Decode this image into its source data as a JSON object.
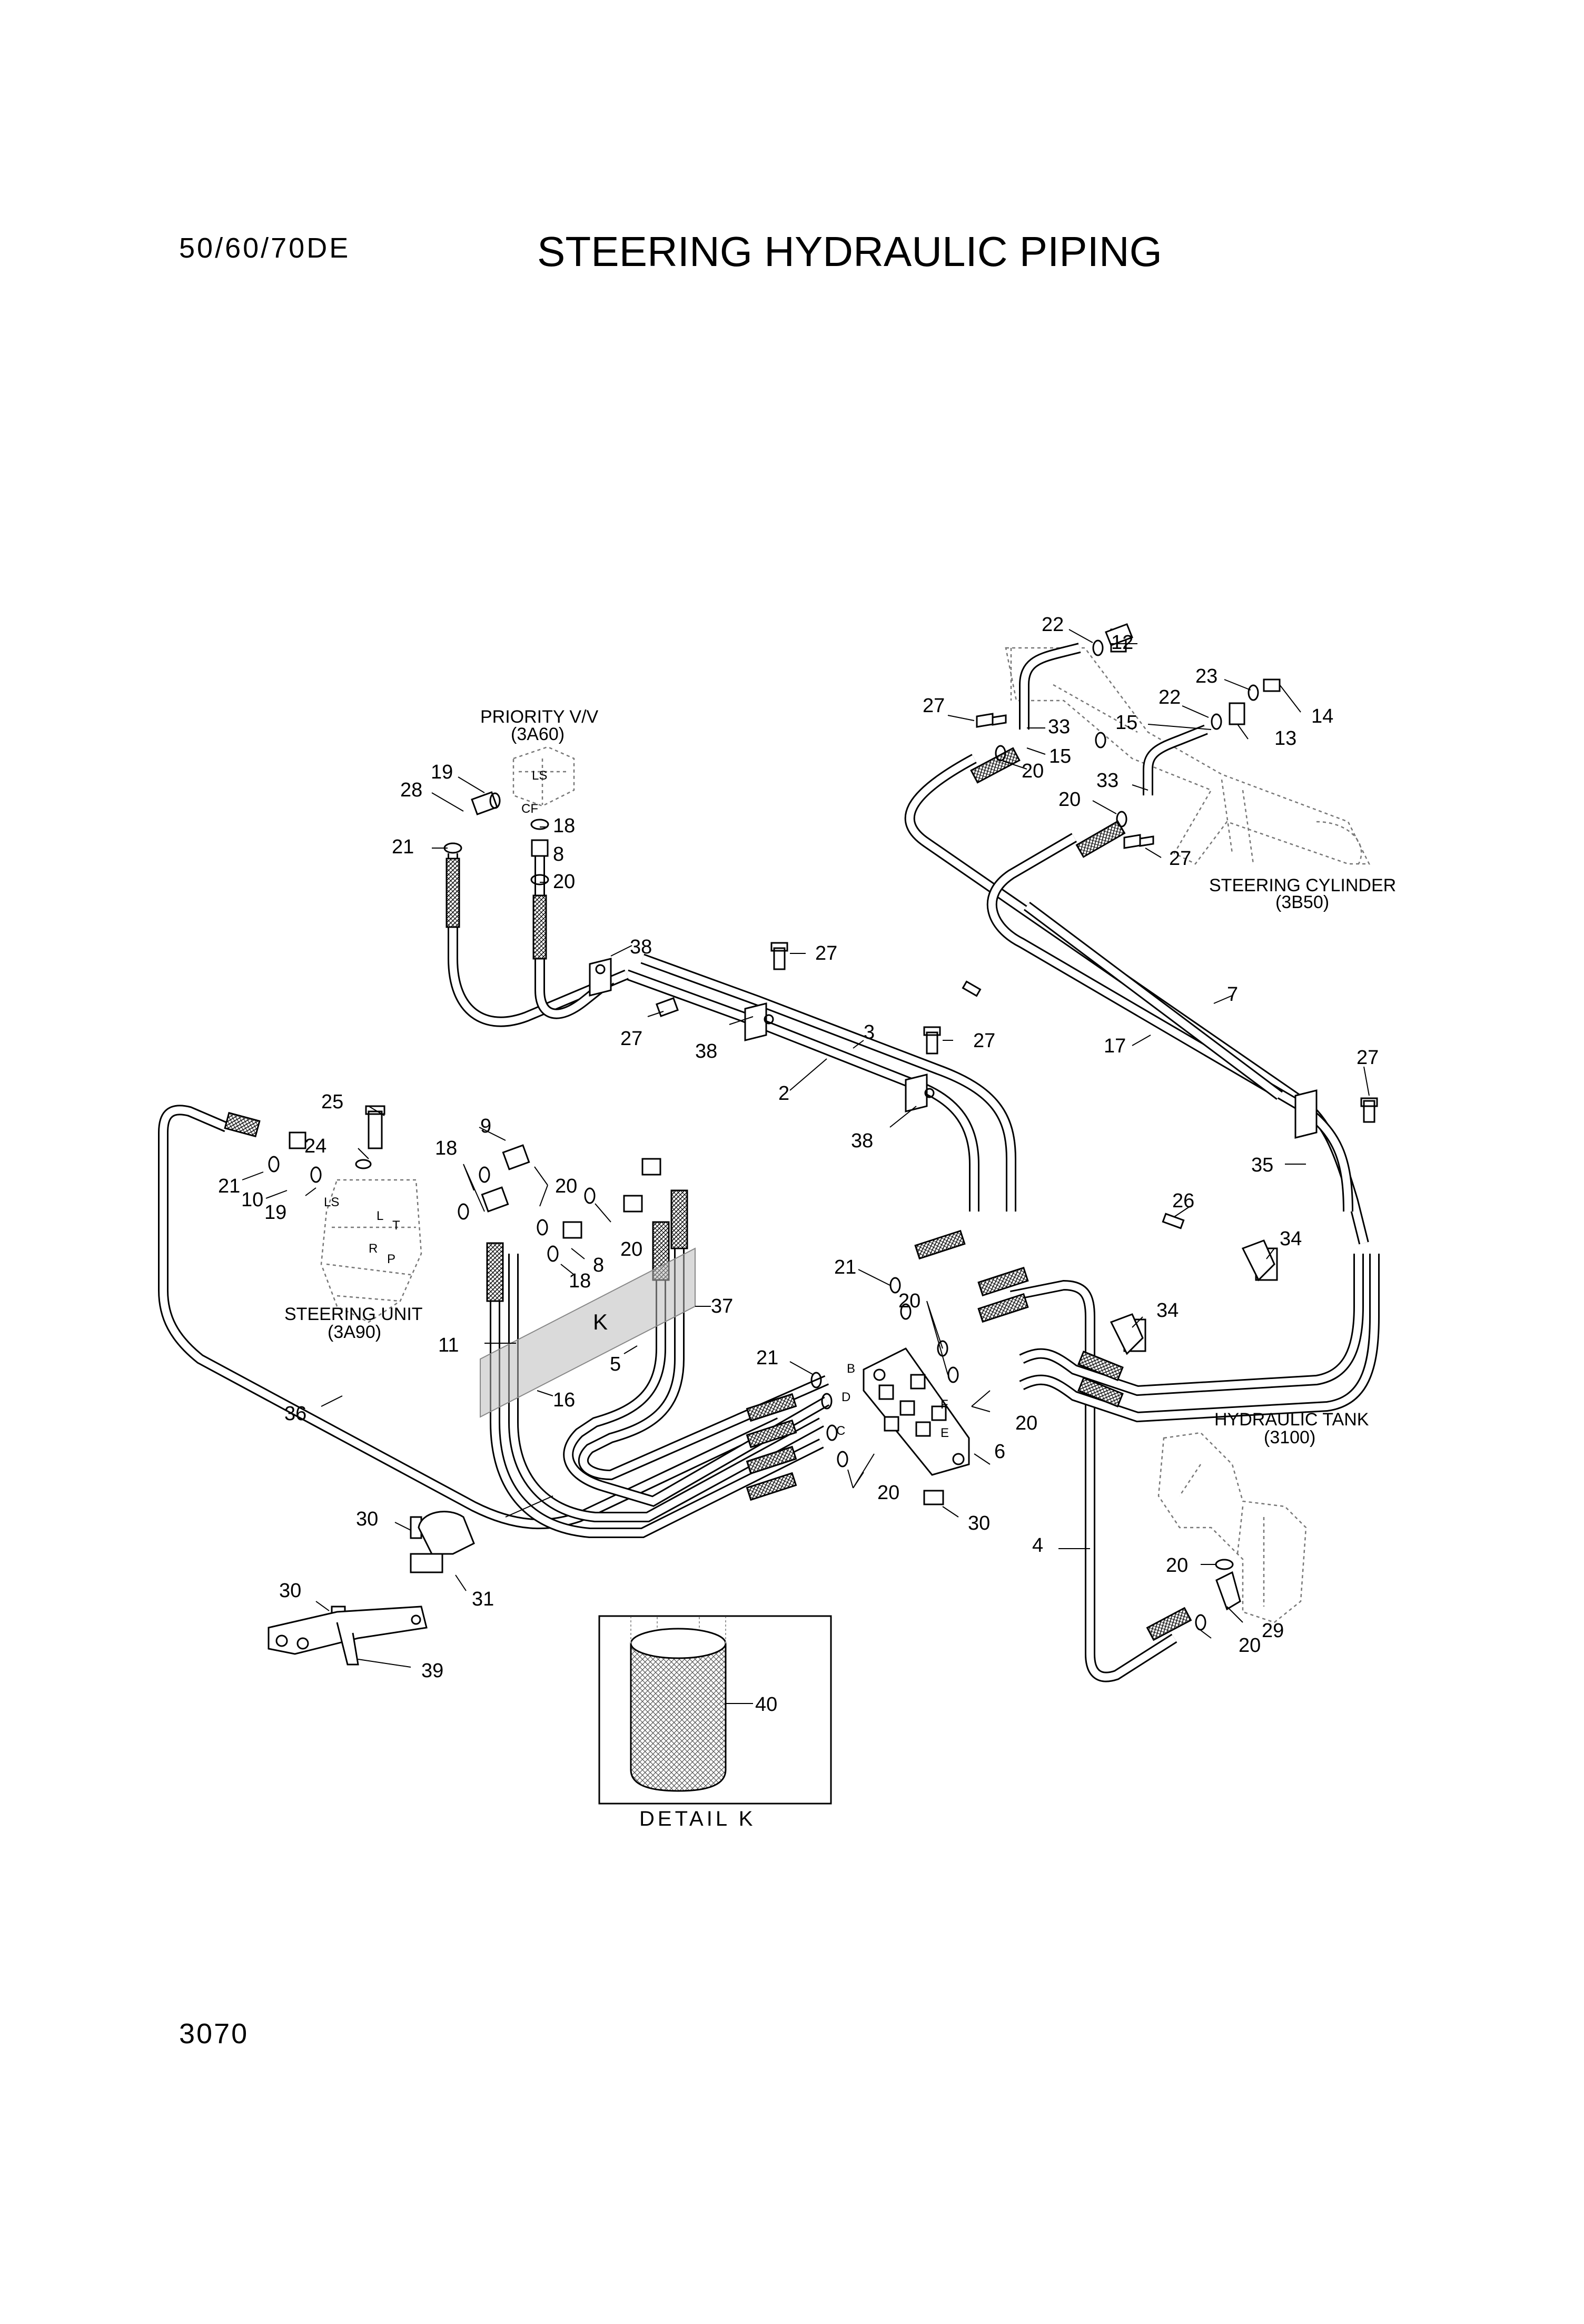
{
  "header": {
    "model": "50/60/70DE",
    "title": "STEERING HYDRAULIC PIPING",
    "page_number": "3070"
  },
  "components": {
    "priority_valve": {
      "name": "PRIORITY V/V",
      "ref": "(3A60)",
      "ports": [
        "LS",
        "CF"
      ]
    },
    "steering_unit": {
      "name": "STEERING UNIT",
      "ref": "(3A90)",
      "ports": [
        "L",
        "T",
        "R",
        "P",
        "LS"
      ]
    },
    "steering_cylinder": {
      "name": "STEERING CYLINDER",
      "ref": "(3B50)"
    },
    "hydraulic_tank": {
      "name": "HYDRAULIC TANK",
      "ref": "(3100)"
    },
    "manifold_ports": [
      "B",
      "D",
      "C",
      "F",
      "E"
    ],
    "section_marker": "K"
  },
  "detail": {
    "label": "DETAIL K",
    "part": "40"
  },
  "callouts": {
    "c1": "22",
    "c2": "12",
    "c3": "23",
    "c4": "22",
    "c5": "14",
    "c6": "13",
    "c7": "15",
    "c8": "27",
    "c9": "33",
    "c10": "20",
    "c11": "15",
    "c12": "33",
    "c13": "20",
    "c14": "27",
    "c15": "19",
    "c16": "28",
    "c17": "18",
    "c18": "21",
    "c19": "8",
    "c20": "20",
    "c21": "38",
    "c22": "27",
    "c23": "27",
    "c24": "3",
    "c25": "38",
    "c26": "27",
    "c27": "2",
    "c28": "38",
    "c29": "7",
    "c30": "17",
    "c31": "27",
    "c32": "35",
    "c33": "25",
    "c34": "24",
    "c35": "9",
    "c36": "18",
    "c37": "21",
    "c38": "10",
    "c39": "19",
    "c40": "20",
    "c41": "20",
    "c42": "8",
    "c43": "18",
    "c44": "26",
    "c45": "34",
    "c46": "21",
    "c47": "20",
    "c48": "34",
    "c49": "11",
    "c50": "37",
    "c51": "5",
    "c52": "21",
    "c53": "20",
    "c54": "36",
    "c55": "16",
    "c56": "6",
    "c57": "20",
    "c58": "30",
    "c59": "30",
    "c60": "4",
    "c61": "20",
    "c62": "31",
    "c63": "29",
    "c64": "30",
    "c65": "20",
    "c66": "39",
    "c67": "40"
  }
}
